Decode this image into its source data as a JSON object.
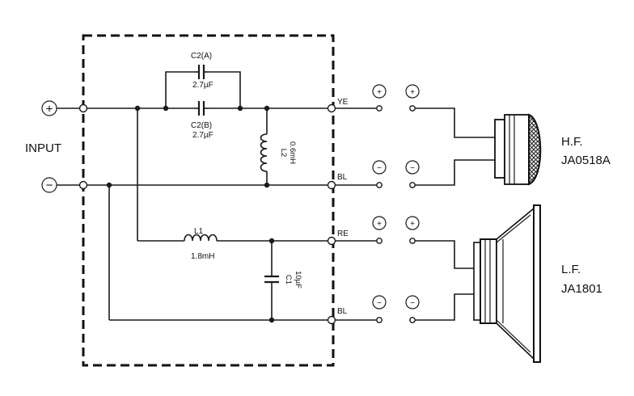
{
  "input_label": "INPUT",
  "components": {
    "c2a": {
      "name": "C2(A)",
      "value": "2.7µF"
    },
    "c2b": {
      "name": "C2(B)",
      "value": "2.7µF"
    },
    "l2": {
      "name": "L2",
      "value": "0.6mH"
    },
    "l1": {
      "name": "L1",
      "value": "1.8mH"
    },
    "c1": {
      "name": "C1",
      "value": "10µF"
    }
  },
  "wire_tags": {
    "ye": "YE",
    "bl_top": "BL",
    "re": "RE",
    "bl_bottom": "BL"
  },
  "polarity": {
    "plus": "+",
    "minus": "−"
  },
  "drivers": {
    "hf": {
      "line1": "H.F.",
      "line2": "JA0518A"
    },
    "lf": {
      "line1": "L.F.",
      "line2": "JA1801"
    }
  }
}
